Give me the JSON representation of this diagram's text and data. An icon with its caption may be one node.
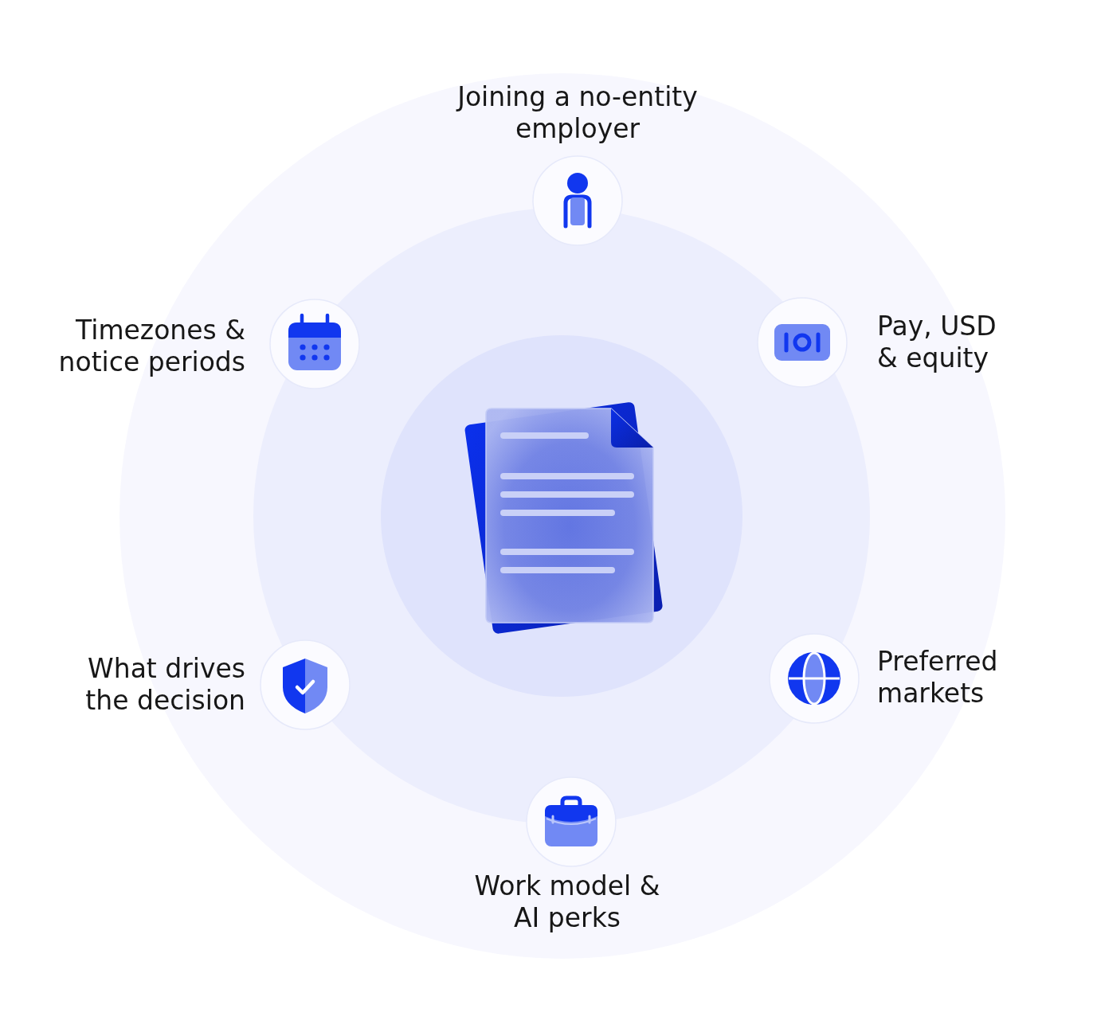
{
  "diagram": {
    "nodes": [
      {
        "text": [
          "Joining a no-entity employer"
        ]
      },
      {
        "text": [
          "Timezones & notice periods"
        ]
      },
      {
        "text": [
          "Pay, USD & equity"
        ]
      },
      {
        "text": [
          "What drives the decision"
        ]
      },
      {
        "text": [
          "Preferred markets"
        ]
      },
      {
        "text": [
          "Work model & AI perks"
        ]
      }
    ]
  }
}
